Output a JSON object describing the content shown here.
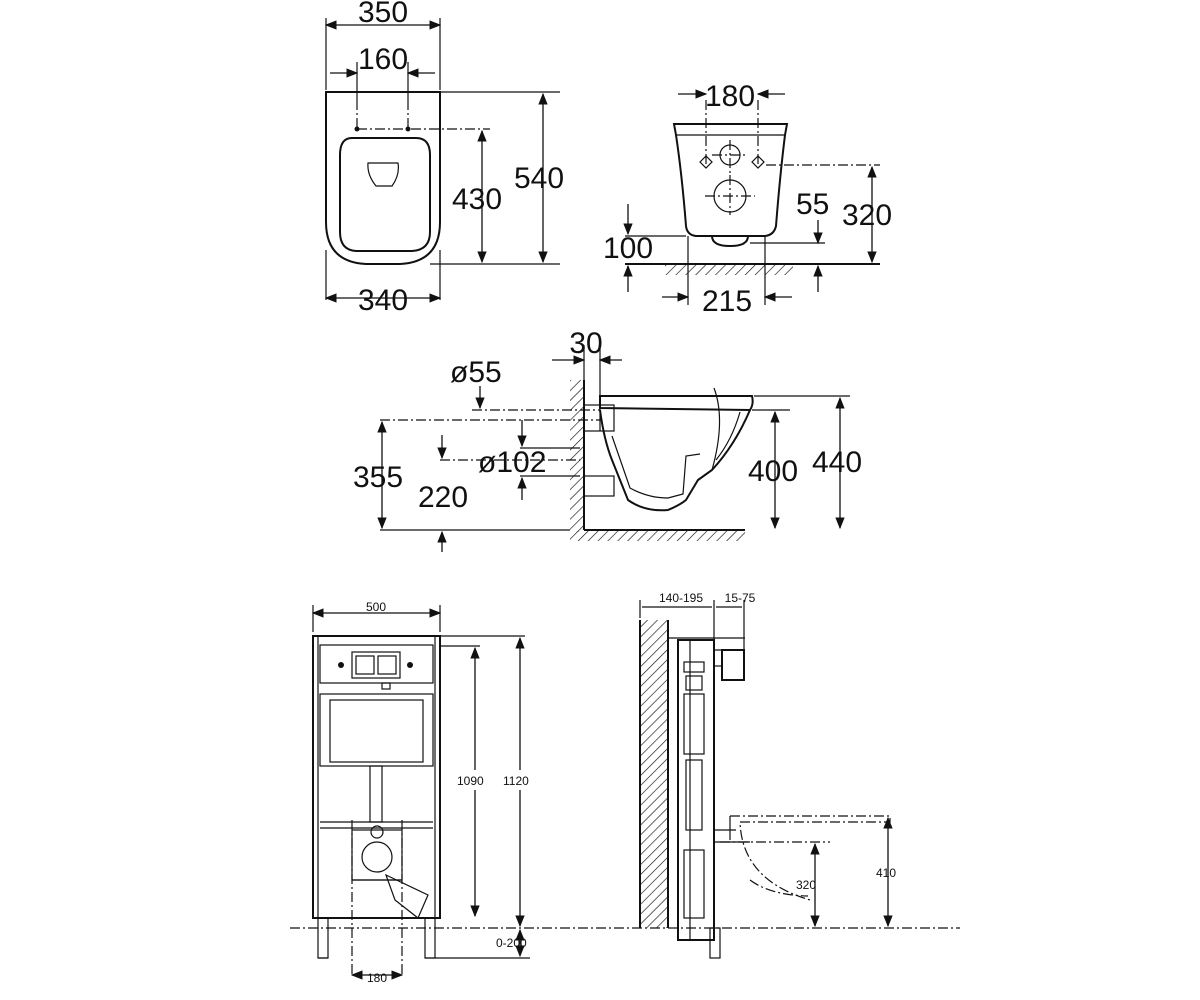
{
  "colors": {
    "line": "#111111",
    "background": "#ffffff"
  },
  "top_view": {
    "width_outer": "350",
    "fixing_spacing": "160",
    "height_to_fixing": "430",
    "length": "540",
    "width_bottom": "340"
  },
  "rear_view": {
    "fixing_spacing": "180",
    "waste_height": "320",
    "waste_offset": "55",
    "inlet_height": "100",
    "bolt_spacing": "215"
  },
  "side_view": {
    "wall_gap": "30",
    "inlet_diameter": "ø55",
    "outlet_diameter": "ø102",
    "inlet_height": "355",
    "outlet_height": "220",
    "rim_height": "400",
    "total_height": "440"
  },
  "frame_front": {
    "frame_width": "500",
    "height_a": "1090",
    "height_b": "1120",
    "adjust": "0-200",
    "leg_spacing": "180"
  },
  "frame_side": {
    "depth_range": "140-195",
    "offset_range": "15-75",
    "waste_height": "320",
    "rim_height": "410"
  }
}
